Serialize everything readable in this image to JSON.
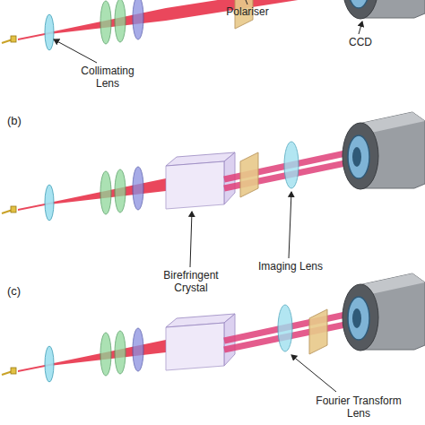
{
  "diagram": {
    "labels": [
      "Polariser",
      "CCD",
      "Collimating Lens",
      "(b)",
      "Birefringent Crystal",
      "Imaging Lens",
      "(c)",
      "Fourier Transform Lens"
    ]
  }
}
